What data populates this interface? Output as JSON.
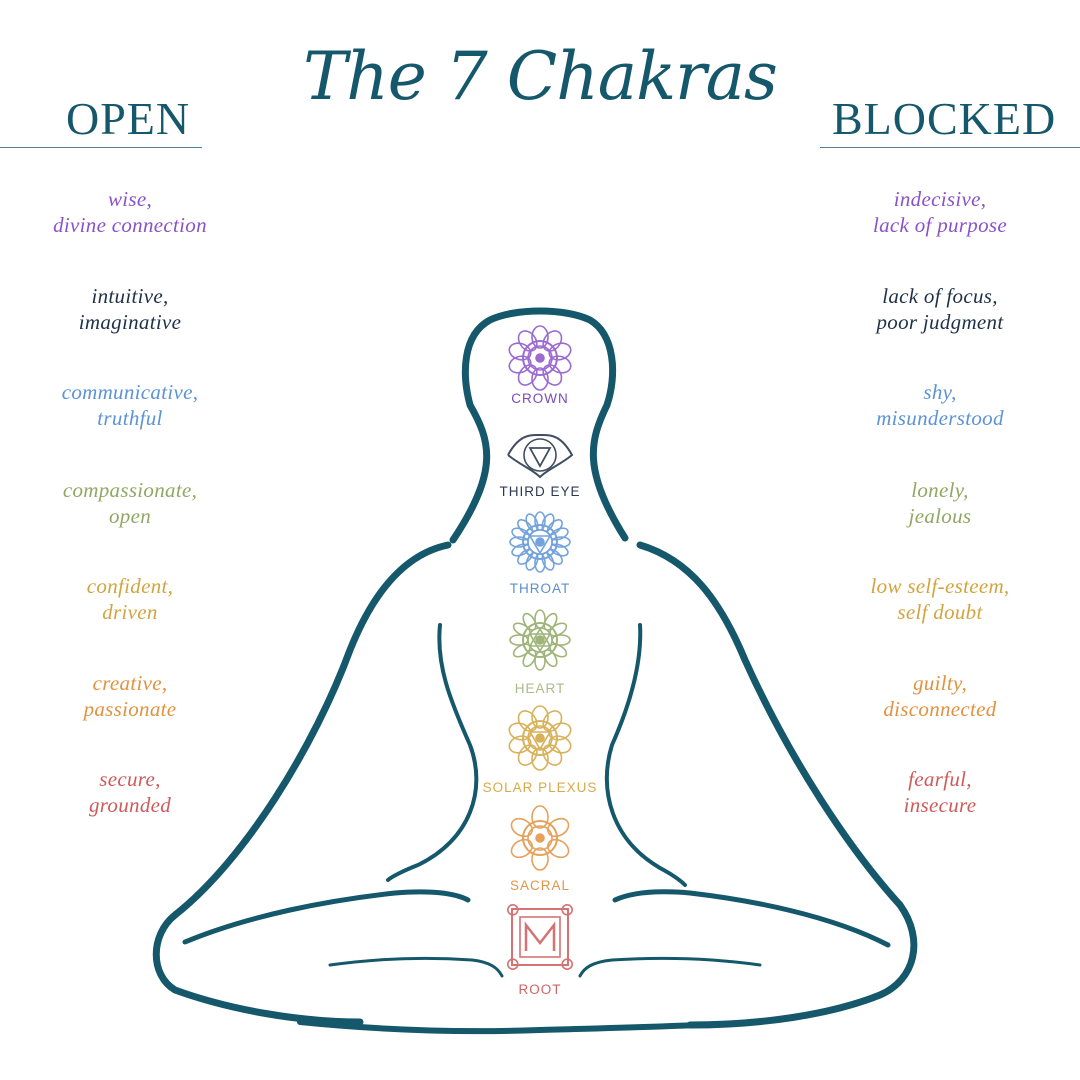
{
  "title": "The 7 Chakras",
  "open_heading": "OPEN",
  "blocked_heading": "BLOCKED",
  "chakras": [
    {
      "name": "CROWN",
      "color": "#8a52c9",
      "open": [
        "wise,",
        "divine connection"
      ],
      "blocked": [
        "indecisive,",
        "lack of purpose"
      ]
    },
    {
      "name": "THIRD EYE",
      "color": "#1f3047",
      "open": [
        "intuitive,",
        "imaginative"
      ],
      "blocked": [
        "lack of focus,",
        "poor judgment"
      ]
    },
    {
      "name": "THROAT",
      "color": "#5c93d6",
      "open": [
        "communicative,",
        "truthful"
      ],
      "blocked": [
        "shy,",
        "misunderstood"
      ]
    },
    {
      "name": "HEART",
      "color": "#8fa862",
      "open": [
        "compassionate,",
        "open"
      ],
      "blocked": [
        "lonely,",
        "jealous"
      ]
    },
    {
      "name": "SOLAR PLEXUS",
      "color": "#d2a43f",
      "open": [
        "confident,",
        "driven"
      ],
      "blocked": [
        "low self-esteem,",
        "self doubt"
      ]
    },
    {
      "name": "SACRAL",
      "color": "#e1923f",
      "open": [
        "creative,",
        "passionate"
      ],
      "blocked": [
        "guilty,",
        "disconnected"
      ]
    },
    {
      "name": "ROOT",
      "color": "#cf5a5a",
      "open": [
        "secure,",
        "grounded"
      ],
      "blocked": [
        "fearful,",
        "insecure"
      ]
    }
  ],
  "label_colors": [
    "#7a4ab8",
    "#2d3b52",
    "#5a8fd0",
    "#a9bb86",
    "#d9aa49",
    "#e0954a",
    "#d06464"
  ],
  "outline_color": "#15586b"
}
